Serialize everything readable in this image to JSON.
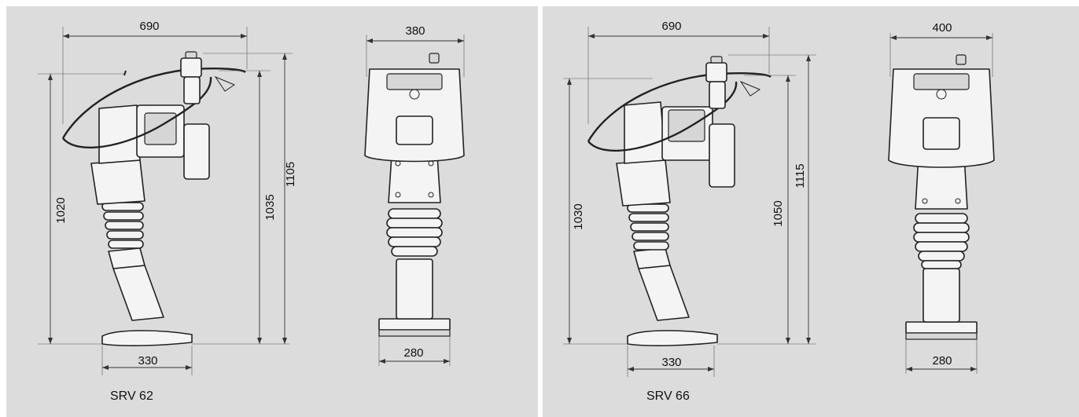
{
  "models": [
    {
      "name": "SRV 62",
      "side": {
        "top_width": "690",
        "height_handle": "1020",
        "height_body": "1035",
        "height_total": "1105",
        "base_width": "330"
      },
      "front": {
        "top_width": "380",
        "base_width": "280"
      }
    },
    {
      "name": "SRV 66",
      "side": {
        "top_width": "690",
        "height_handle": "1030",
        "height_body": "1050",
        "height_total": "1115",
        "base_width": "330"
      },
      "front": {
        "top_width": "400",
        "base_width": "280"
      }
    }
  ],
  "colors": {
    "panel": "#dcdcdc",
    "line": "#222222",
    "fill": "#f4f4f4"
  }
}
